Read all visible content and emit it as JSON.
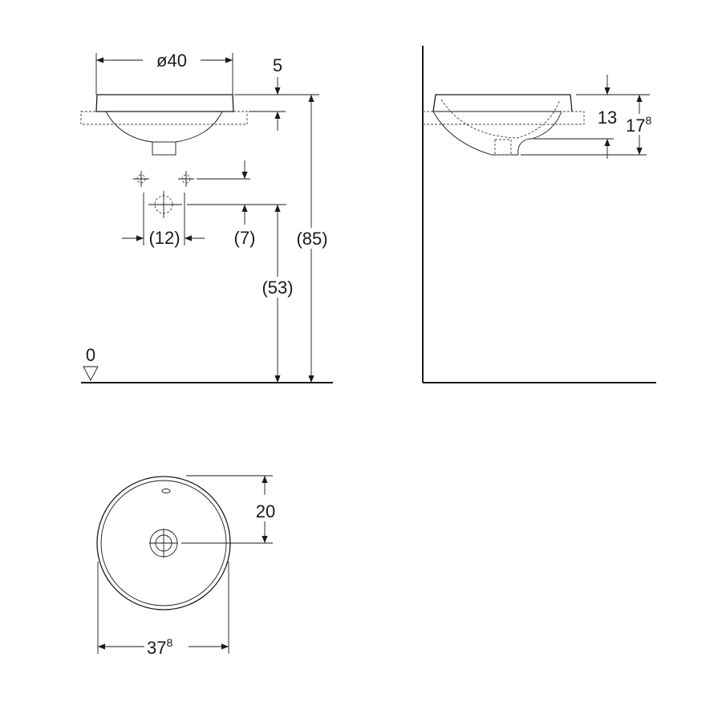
{
  "front_view": {
    "diameter_label": "ø40",
    "rim_thickness_label": "5",
    "total_height_label": "(85)",
    "tap_spacing_label": "(12)",
    "tap_offset_label": "(7)",
    "drain_height_label": "(53)",
    "floor_label": "0"
  },
  "side_view": {
    "inner_depth_label": "13",
    "total_depth_label": "17",
    "total_depth_sup": "8"
  },
  "top_view": {
    "drain_offset_label": "20",
    "width_label": "37",
    "width_sup": "8"
  }
}
